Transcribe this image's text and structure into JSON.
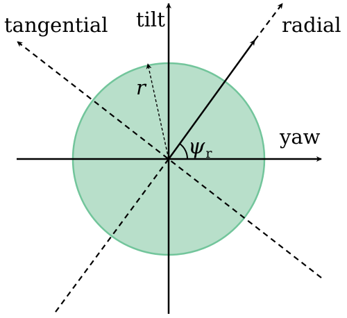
{
  "labels": {
    "tangential": "tangential",
    "tilt": "tilt",
    "radial": "radial",
    "yaw": "yaw",
    "r": "r",
    "psi": "ψ",
    "psi_sub": "r"
  },
  "colors": {
    "circle_fill": "#b8dfca",
    "circle_stroke": "#72c59b",
    "line": "#000000"
  },
  "icons": {
    "axis_arrowheads": "arrow-head"
  }
}
